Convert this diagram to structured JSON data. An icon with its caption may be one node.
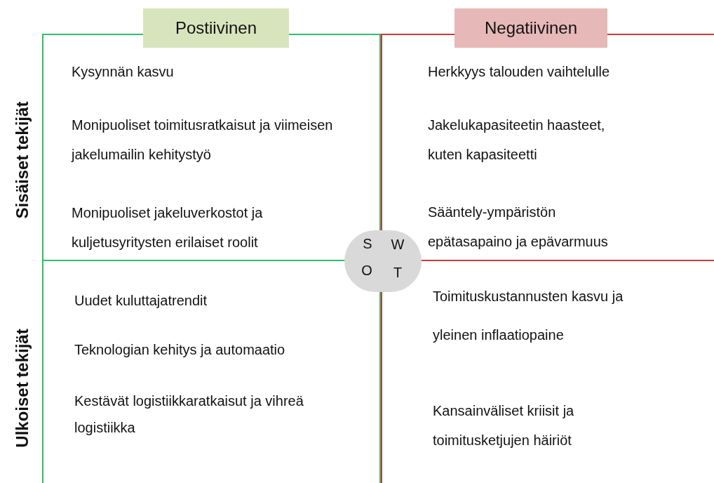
{
  "diagram": {
    "nodes": [
      {
        "text": [
          "Postiivinen"
        ]
      },
      {
        "text": [
          "Negatiivinen"
        ]
      },
      {
        "text": [
          "Kysynnän kasvu",
          "Monipuoliset toimitusratkaisut ja viimeisen jakelumailin kehitystyö",
          "Monipuoliset jakeluverkostot ja kuljetusyritysten erilaiset roolit"
        ]
      },
      {
        "text": [
          "Herkkyys talouden vaihtelulle",
          "Jakelukapasiteetin haasteet, kuten kapasiteetti",
          "Sääntely-ympäristön epätasapaino ja epävarmuus"
        ]
      },
      {
        "text": [
          "Uudet kuluttajatrendit",
          "Teknologian kehitys ja automaatio",
          "Kestävät logistiikkaratkaisut ja vihreä logistiikka"
        ]
      },
      {
        "text": [
          "Toimituskustannusten kasvu ja yleinen inflaatiopaine",
          "Kansainväliset kriisit ja toimitusketjujen häiriöt"
        ]
      },
      {
        "text": [
          "S",
          "W",
          "O",
          "T"
        ]
      }
    ],
    "labels": [
      "Sisäiset tekijät",
      "Ulkoiset tekijät"
    ]
  }
}
